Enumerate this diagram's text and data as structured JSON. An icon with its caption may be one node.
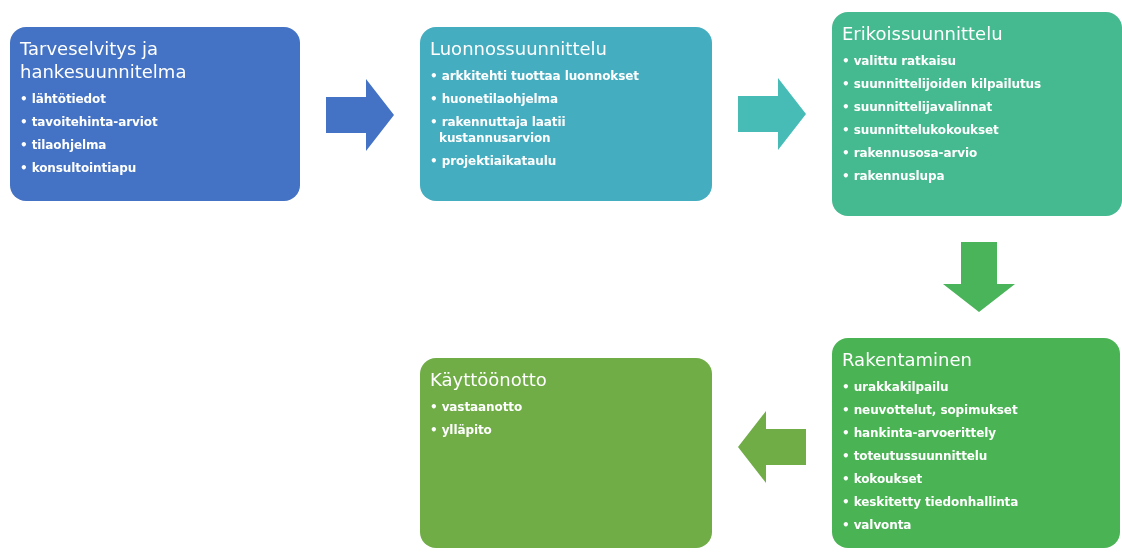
{
  "diagram": {
    "nodes": [
      {
        "text": [
          "Tarveselvitys ja hankesuunnitelma",
          "• lähtötiedot",
          "• tavoitehinta-arviot",
          "• tilaohjelma",
          "• konsultointiapu"
        ]
      },
      {
        "text": [
          "Luonnossuunnittelu",
          "• arkkitehti tuottaa luonnokset",
          "• huonetilaohjelma",
          "• rakennuttaja laatii kustannusarvion",
          "• projektiaikataulu"
        ]
      },
      {
        "text": [
          "Erikoissuunnittelu",
          "• valittu ratkaisu",
          "• suunnittelijoiden kilpailutus",
          "• suunnittelijavalinnat",
          "• suunnittelukokoukset",
          "• rakennusosa-arvio",
          "• rakennuslupa"
        ]
      },
      {
        "text": [
          "Rakentaminen",
          "• urakkakilpailu",
          "• neuvottelut, sopimukset",
          "• hankinta-arvoerittely",
          "• toteutussuunnittelu",
          "• kokoukset",
          "• keskitetty tiedonhallinta",
          "• valvonta"
        ]
      },
      {
        "text": [
          "Käyttöönotto",
          "• vastaanotto",
          "• ylläpito"
        ]
      }
    ],
    "edges": [
      {
        "from": 0,
        "to": 1,
        "arrow": "to",
        "style": "thick",
        "color": "#4472c4"
      },
      {
        "from": 1,
        "to": 2,
        "arrow": "to",
        "style": "thick",
        "color": "#47bcb6"
      },
      {
        "from": 2,
        "to": 3,
        "arrow": "to",
        "style": "thick",
        "color": "#4ab45a"
      },
      {
        "from": 3,
        "to": 4,
        "arrow": "to",
        "style": "thick",
        "color": "#70ad47"
      }
    ]
  }
}
